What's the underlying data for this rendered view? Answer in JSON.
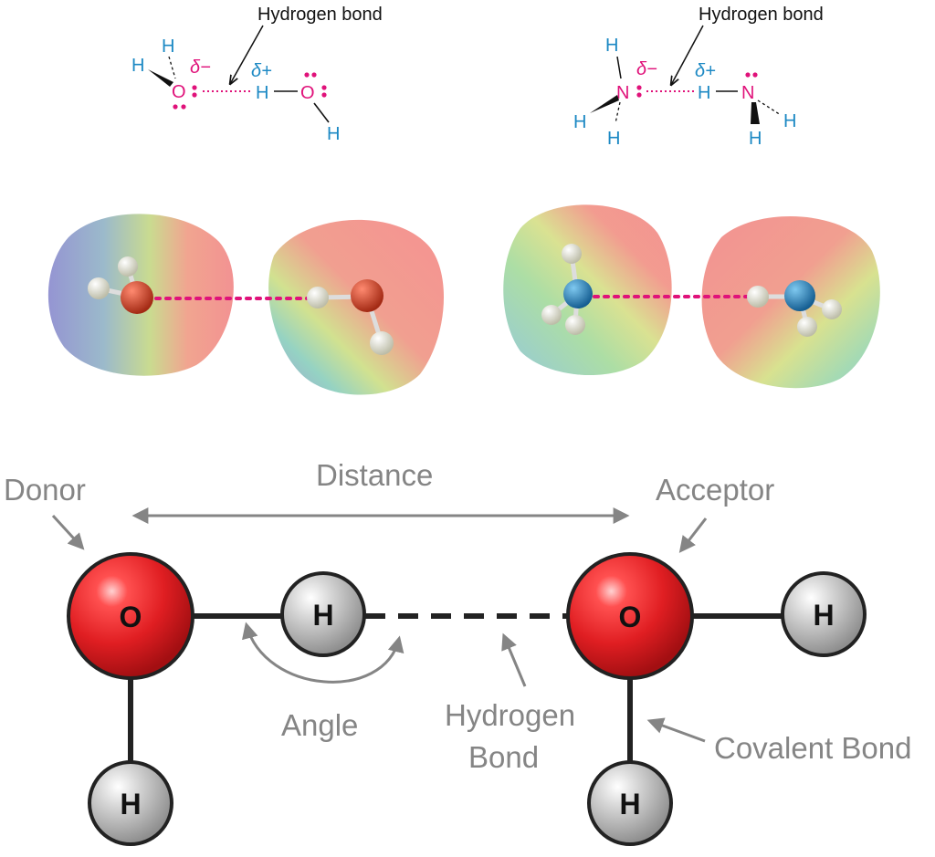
{
  "colors": {
    "oxygen": "#e8282b",
    "nitrogen": "#e0127a",
    "hydrogen_label": "#1d89c4",
    "hydrogen_atom": "#c9c9c9",
    "partial_charge_neg": "#e0127a",
    "partial_charge_pos": "#1d89c4",
    "label_grey": "#858585",
    "bond": "#222222",
    "hbond_dots": "#e0127a"
  },
  "water_structure": {
    "hbond_label": "Hydrogen bond",
    "atom_O": "O",
    "atom_H": "H",
    "delta_minus": "δ−",
    "delta_plus": "δ+"
  },
  "ammonia_structure": {
    "hbond_label": "Hydrogen bond",
    "atom_N": "N",
    "atom_H": "H",
    "delta_minus": "δ−",
    "delta_plus": "δ+"
  },
  "surfaces": [
    {
      "name": "water-donor",
      "color_gradient": [
        "blue",
        "green",
        "red"
      ]
    },
    {
      "name": "water-acceptor",
      "color_gradient": [
        "red",
        "green",
        "blue"
      ]
    },
    {
      "name": "ammonia-donor",
      "color_gradient": [
        "green",
        "red"
      ]
    },
    {
      "name": "ammonia-acceptor",
      "color_gradient": [
        "red",
        "green"
      ]
    }
  ],
  "geometry_diagram": {
    "donor_label": "Donor",
    "acceptor_label": "Acceptor",
    "distance_label": "Distance",
    "angle_label": "Angle",
    "hbond_label_line1": "Hydrogen",
    "hbond_label_line2": "Bond",
    "covalent_label": "Covalent Bond",
    "atom_O": "O",
    "atom_H": "H"
  }
}
